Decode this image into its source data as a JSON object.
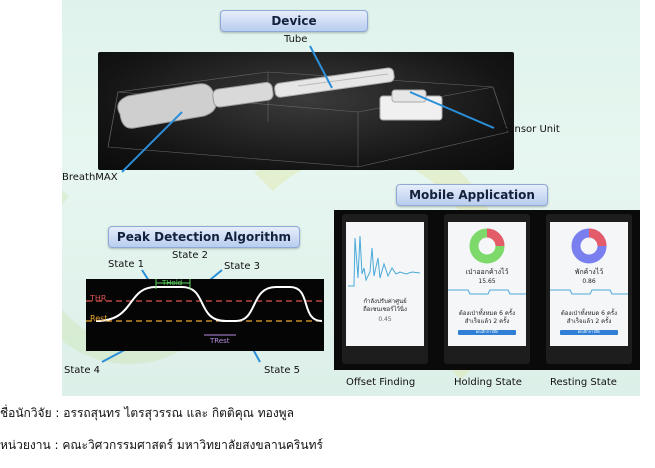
{
  "device": {
    "title": "Device",
    "labels": {
      "tube": "Tube",
      "sensor_unit": "Sensor Unit",
      "breathmax": "BreathMAX"
    }
  },
  "peak": {
    "title": "Peak Detection Algorithm",
    "states": [
      "State 1",
      "State 2",
      "State 3",
      "State 4",
      "State 5"
    ],
    "thr": "THR",
    "rest": "Rest",
    "thold": "THold",
    "trest": "TRest"
  },
  "mobile": {
    "title": "Mobile Application",
    "phones": [
      {
        "caption": "Offset Finding",
        "line1": "กำลังปรับค่าศูนย์",
        "line2": "ถือเซนเซอร์ไว้นิ่ง",
        "value": "0.45"
      },
      {
        "caption": "Holding State",
        "status": "เป่าออกค้างไว้",
        "value": "15.65",
        "line1": "ต้องเป่าทั้งหมด 6 ครั้ง",
        "line2": "สำเร็จแล้ว 2 ครั้ง",
        "button": "ยกเลิกการฝึก"
      },
      {
        "caption": "Resting State",
        "status": "พักค้างไว้",
        "value": "0.86",
        "line1": "ต้องเป่าทั้งหมด 6 ครั้ง",
        "line2": "สำเร็จแล้ว 2 ครั้ง",
        "button": "ยกเลิกการฝึก"
      }
    ]
  },
  "footer": {
    "researchers": "ชื่อนักวิจัย : อรรถสุนทร ไตรสุวรรณ และ กิตติคุณ ทองพูล",
    "department": "หน่วยงาน : คณะวิศวกรรมศาสตร์ มหาวิทยาลัยสงขลานครินทร์"
  },
  "colors": {
    "thr": "#d9534f",
    "rest": "#f0a830",
    "donut_green": "#7ed96b",
    "donut_blue": "#7a7ff0",
    "donut_red": "#e45b6a",
    "screen_line": "#4aa9d9"
  }
}
